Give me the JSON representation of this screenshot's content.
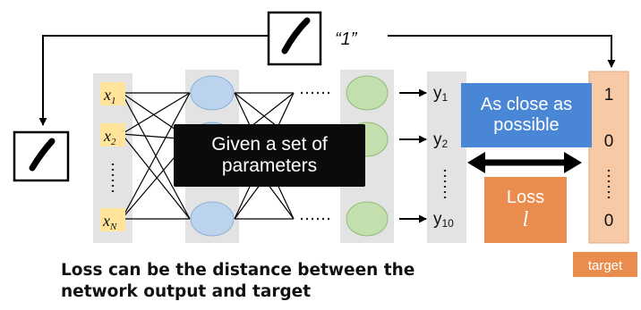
{
  "input_label": "“1”",
  "inputs": {
    "first": "x",
    "first_sub": "1",
    "second": "x",
    "second_sub": "2",
    "last": "x",
    "last_sub": "N"
  },
  "outputs": {
    "first": "y",
    "first_sub": "1",
    "second": "y",
    "second_sub": "2",
    "last": "y",
    "last_sub": "10"
  },
  "target": {
    "first": "1",
    "second": "0",
    "last": "0",
    "label": "target"
  },
  "given_box": {
    "line1": "Given a set of",
    "line2": "parameters"
  },
  "close_box": {
    "line1": "As close as",
    "line2": "possible"
  },
  "loss_box": {
    "label": "Loss",
    "symbol": "l"
  },
  "caption": {
    "line1": "Loss can be the distance between the",
    "line2": "network output and target"
  },
  "colors": {
    "input_box": "#ffe49a",
    "blue_nodes": "#bcd3ee",
    "green_nodes": "#c3dfae",
    "target_column": "#f7c9a5",
    "target_label": "#ea8c4d",
    "close_box": "#4a86d6",
    "loss_box": "#ea8c4d",
    "given_box": "#0b0b0b"
  },
  "icons": [
    "handwritten-digit-one-icon",
    "double-headed-arrow-icon"
  ]
}
